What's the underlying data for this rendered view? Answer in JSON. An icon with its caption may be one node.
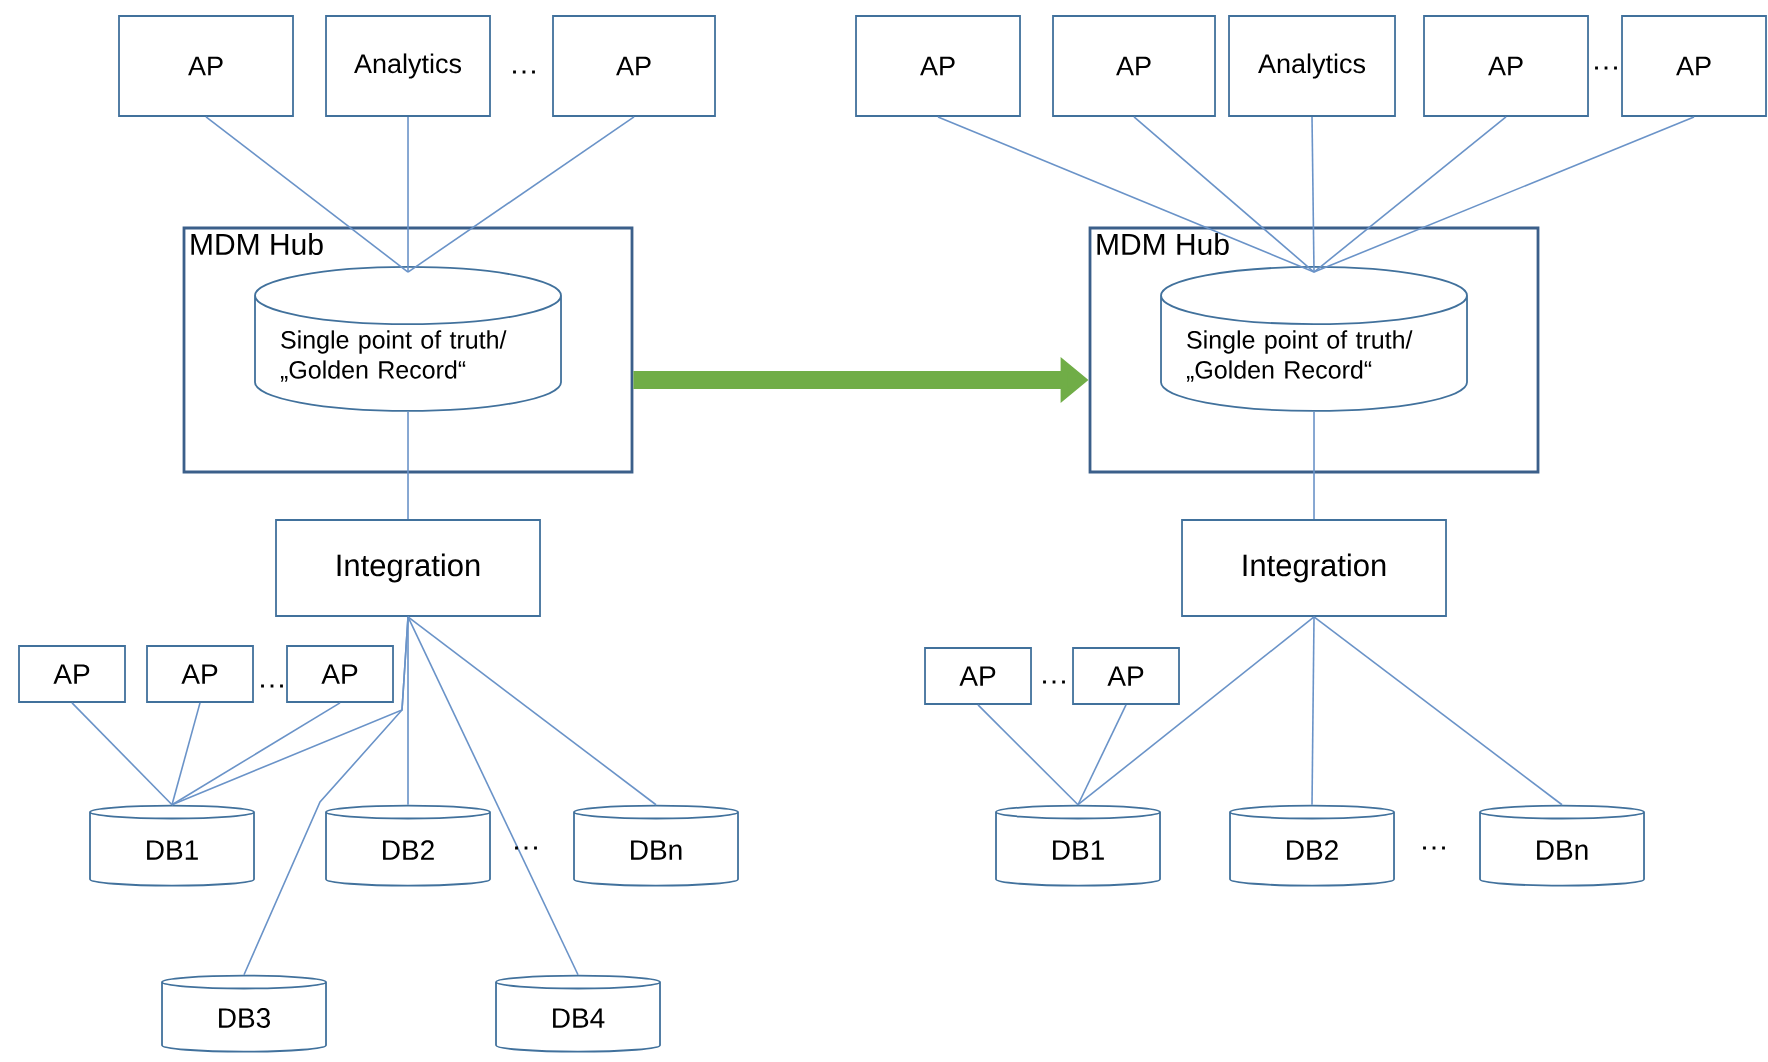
{
  "diagram": {
    "nodes": [
      {
        "text": [
          "AP"
        ]
      },
      {
        "text": [
          "Analytics"
        ]
      },
      {
        "text": [
          "AP"
        ]
      },
      {
        "text": [
          "MDM Hub"
        ]
      },
      {
        "text": [
          "Single point of truth/ „Golden Record“"
        ],
        "in": 3
      },
      {
        "text": [
          "Integration"
        ]
      },
      {
        "text": [
          "AP"
        ]
      },
      {
        "text": [
          "AP"
        ]
      },
      {
        "text": [
          "AP"
        ]
      },
      {
        "text": [
          "DB1"
        ]
      },
      {
        "text": [
          "DB2"
        ]
      },
      {
        "text": [
          "DBn"
        ]
      },
      {
        "text": [
          "DB3"
        ]
      },
      {
        "text": [
          "DB4"
        ]
      },
      {
        "text": [
          "AP"
        ]
      },
      {
        "text": [
          "AP"
        ]
      },
      {
        "text": [
          "Analytics"
        ]
      },
      {
        "text": [
          "AP"
        ]
      },
      {
        "text": [
          "AP"
        ]
      },
      {
        "text": [
          "MDM Hub"
        ]
      },
      {
        "text": [
          "Single point of truth/ „Golden Record“"
        ],
        "in": 19
      },
      {
        "text": [
          "Integration"
        ]
      },
      {
        "text": [
          "AP"
        ]
      },
      {
        "text": [
          "AP"
        ]
      },
      {
        "text": [
          "DB1"
        ]
      },
      {
        "text": [
          "DB2"
        ]
      },
      {
        "text": [
          "DBn"
        ]
      }
    ],
    "edges": [
      {
        "from": 0,
        "to": 4,
        "arrow": "none"
      },
      {
        "from": 1,
        "to": 4,
        "arrow": "none"
      },
      {
        "from": 2,
        "to": 4,
        "arrow": "none"
      },
      {
        "from": 4,
        "to": 5,
        "arrow": "none"
      },
      {
        "from": 6,
        "to": 9,
        "arrow": "none"
      },
      {
        "from": 7,
        "to": 9,
        "arrow": "none"
      },
      {
        "from": 8,
        "to": 9,
        "arrow": "none"
      },
      {
        "from": 5,
        "to": 9,
        "arrow": "none"
      },
      {
        "from": 5,
        "to": 12,
        "arrow": "none"
      },
      {
        "from": 5,
        "to": 10,
        "arrow": "none"
      },
      {
        "from": 5,
        "to": 13,
        "arrow": "none"
      },
      {
        "from": 5,
        "to": 11,
        "arrow": "none"
      },
      {
        "from": 3,
        "to": 19,
        "arrow": "to",
        "style": "thick",
        "color": "#70ad47"
      },
      {
        "from": 14,
        "to": 20,
        "arrow": "none"
      },
      {
        "from": 15,
        "to": 20,
        "arrow": "none"
      },
      {
        "from": 16,
        "to": 20,
        "arrow": "none"
      },
      {
        "from": 17,
        "to": 20,
        "arrow": "none"
      },
      {
        "from": 18,
        "to": 20,
        "arrow": "none"
      },
      {
        "from": 20,
        "to": 21,
        "arrow": "none"
      },
      {
        "from": 22,
        "to": 24,
        "arrow": "none"
      },
      {
        "from": 23,
        "to": 24,
        "arrow": "none"
      },
      {
        "from": 21,
        "to": 24,
        "arrow": "none"
      },
      {
        "from": 21,
        "to": 25,
        "arrow": "none"
      },
      {
        "from": 21,
        "to": 26,
        "arrow": "none"
      }
    ],
    "labels": [
      "…",
      "…",
      "…",
      "…",
      "…",
      "…"
    ]
  }
}
